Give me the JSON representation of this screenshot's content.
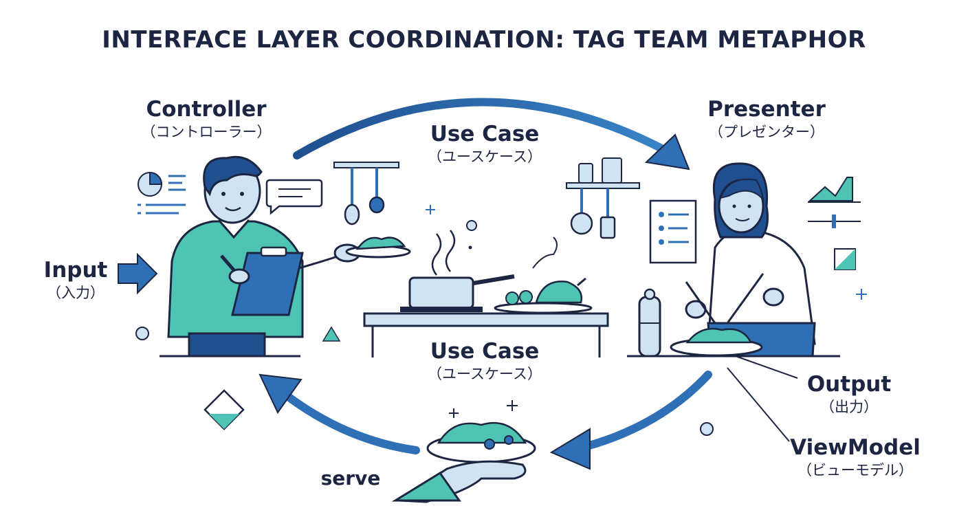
{
  "title": "INTERFACE LAYER COORDINATION: TAG TEAM METAPHOR",
  "labels": {
    "controller": {
      "en": "Controller",
      "ja": "（コントローラー）"
    },
    "usecase_top": {
      "en": "Use Case",
      "ja": "（ユースケース）"
    },
    "presenter": {
      "en": "Presenter",
      "ja": "（プレゼンター）"
    },
    "input": {
      "en": "Input",
      "ja": "（入力）"
    },
    "usecase_bottom": {
      "en": "Use Case",
      "ja": "（ユースケース）"
    },
    "output": {
      "en": "Output",
      "ja": "（出力）"
    },
    "viewmodel": {
      "en": "ViewModel",
      "ja": "（ビューモデル）"
    },
    "serve": {
      "en": "serve"
    }
  },
  "colors": {
    "ink": "#1c2541",
    "teal": "#4fc3b4",
    "blue": "#2f6fb6",
    "light_blue": "#cfe3f2",
    "pale_blue": "#e6f1f8"
  }
}
